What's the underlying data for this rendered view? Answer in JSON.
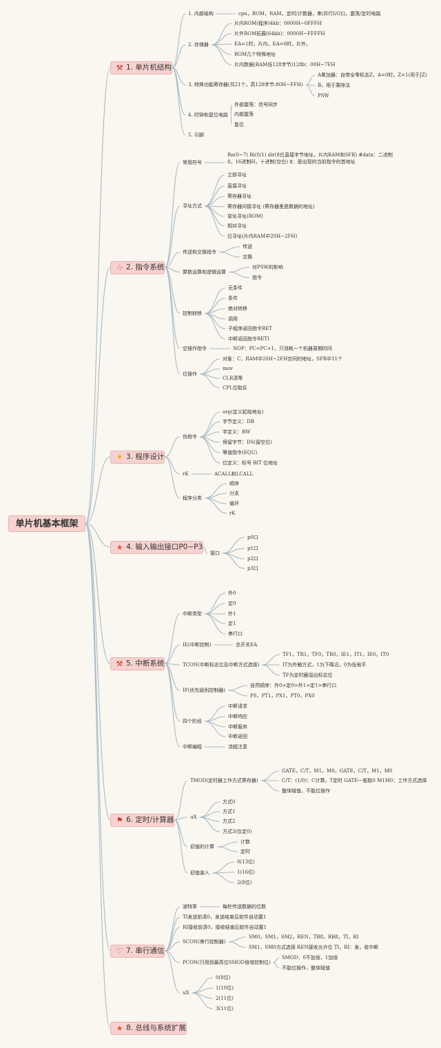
{
  "root": {
    "label": "单片机基本框架"
  },
  "sections": [
    {
      "label": "1. 单片机结构",
      "icon": "tools-icon",
      "items": [
        {
          "label": "1. 内部结构",
          "children": [
            "cpu，ROM，RAM，定时/计数器，串/并行I/O口，震荡/定时电路"
          ]
        },
        {
          "label": "2. 存储器",
          "children": [
            "片内ROM(程序)4kb：0000H~0FFFH",
            "片外ROM拓展(64kb)：0000H~FFFFH",
            "EA=1时，片内，EA=0时，片外。",
            "ROM几个特殊地址",
            "片内数据(RAM低128字节)128b：00H~7FH"
          ]
        },
        {
          "label": "3. 特殊功能寄存器(共21个，高128字节:80H~FFH)",
          "children": [
            "A累加器：自带全零标志Z，A=0时，Z=1(用于JZ)",
            "B，用于乘除法",
            "PSW"
          ]
        },
        {
          "label": "4. 时钟和复位电路",
          "children": [
            "外部震荡：信号同步",
            "内部震荡",
            "复位"
          ]
        },
        {
          "label": "5. 引脚",
          "children": []
        }
      ]
    },
    {
      "label": "2. 指令系统",
      "icon": "star-outline-icon",
      "items": [
        {
          "label": "常用符号",
          "children": [
            "Rn(0~7) Ri(0/1) dir(8位直接字节地址，片内RAM和SFR) #data：二进制8，16进制H，十进制(空白) $：是出现的当前指令的首地址"
          ]
        },
        {
          "label": "寻址方式",
          "children": [
            "立即寻址",
            "直接寻址",
            "寄存器寻址",
            "寄存器间接寻址 (寄存器里是数据的地址)",
            "变址寻址(ROM)",
            "相对寻址",
            "位寻址(片内RAM中20H~2FH)"
          ]
        },
        {
          "label": "传送和交换指令",
          "children": [
            "传送",
            "交换"
          ]
        },
        {
          "label": "算数运算和逻辑运算",
          "children": [
            "对PSW的影响",
            "指令"
          ]
        },
        {
          "label": "控制转移",
          "children": [
            "无条件",
            "条件",
            "绝对转移",
            "调用",
            "子程序返回指令RET",
            "中断返回指令RETI"
          ]
        },
        {
          "label": "空操作指令",
          "children": [
            "NOP：PC=PC+1，只消耗一个机器周期时间"
          ]
        },
        {
          "label": "位操作",
          "children": [
            "对象：C，RAM中20H~2FH空间的地址，SFR中11个",
            "mov",
            "CLR清零",
            "CPL位取反"
          ]
        }
      ]
    },
    {
      "label": "3. 程序设计",
      "icon": "sun-icon",
      "items": [
        {
          "label": "伪指令",
          "children": [
            "org(定义起始地址)",
            "字节定义：DB",
            "字定义：BW",
            "保留字节：DS(留空位)",
            "等值指令(EQU)",
            "位定义：标号 BIT 位地址"
          ]
        },
        {
          "label": "rK",
          "children": [
            "ACALL和LCALL"
          ]
        },
        {
          "label": "程序分类",
          "children": [
            "顺序",
            "分支",
            "循环",
            "rK"
          ]
        }
      ]
    },
    {
      "label": "4. 输入输出接口P0~P3",
      "icon": "star-filled-icon",
      "items": [
        {
          "label": "接口",
          "children": [
            "p0口",
            "p1口",
            "p2口",
            "p3口"
          ]
        }
      ]
    },
    {
      "label": "5. 中断系统",
      "icon": "tools-icon",
      "items": [
        {
          "label": "中断类型",
          "children": [
            "外0",
            "定0",
            "外1",
            "定1",
            "串行口"
          ]
        },
        {
          "label": "IE(中断控制)",
          "children": [
            "总开关EA"
          ]
        },
        {
          "label": "TCON(中断标志位及中断方式选择)",
          "children": [
            "TF1，TR1，TF0，TR0，IE1，IT1，IE0，IT0",
            "IT为外触方式，1为下降沿，0为低电平",
            "TF为定时器溢出标志位"
          ]
        },
        {
          "label": "IP(优先级别控制器)",
          "children": [
            "自然顺序：外0>定0>外1>定1>串行口",
            "PS，PT1，PX1，PT0，PX0"
          ]
        },
        {
          "label": "四个阶段",
          "children": [
            "中断请求",
            "中断响应",
            "中断服务",
            "中断返回"
          ]
        },
        {
          "label": "中断编程",
          "children": [
            "流程注意"
          ]
        }
      ]
    },
    {
      "label": "6. 定时/计算器",
      "icon": "flag-icon",
      "items": [
        {
          "label": "TMOD(定时器工作方式寄存器)",
          "children": [
            "GATE，C/T，M1，M0，GATE，C/T，M1，M0",
            "C/T：(1/0)：C计算，T定时 GATE一般取0 M1M0：工作方式选择",
            "整体赋值，不能位操作"
          ]
        },
        {
          "label": "uX",
          "children": [
            "方式0",
            "方式1",
            "方式2",
            "方式3(仅定0)"
          ]
        },
        {
          "label": "初值的计算",
          "children": [
            "计数",
            "定时"
          ]
        },
        {
          "label": "初值装入",
          "children": [
            "0(13位)",
            "1(16位)",
            "2(8位)"
          ]
        }
      ]
    },
    {
      "label": "7. 串行通信",
      "icon": "heart-icon",
      "items": [
        {
          "label": "波特率",
          "children": [
            "每秒传送数据的位数"
          ]
        },
        {
          "label": "TI发送前清0，发送结束后软件自动置1",
          "children": []
        },
        {
          "label": "RI接收前清0，接收结束后软件自动置1",
          "children": []
        },
        {
          "label": "SCON(串行控制器)",
          "children": [
            "SM0，SM1，SM2，REN，TB8，RB8，TI，RI",
            "SM1，SM0方式选择 REN接收允许位 TI，RI：发，收中断"
          ]
        },
        {
          "label": "PCON(只用到最高位SMOD倍增控制位)",
          "children": [
            "SMOD：0不加倍，1加倍",
            "不能位操作，整体赋值"
          ]
        },
        {
          "label": "uX",
          "children": [
            "0(8位)",
            "1(10位)",
            "2(11位)",
            "3(11位)"
          ]
        }
      ]
    },
    {
      "label": "8. 总线与系统扩展",
      "icon": "star-filled-icon",
      "items": []
    }
  ]
}
